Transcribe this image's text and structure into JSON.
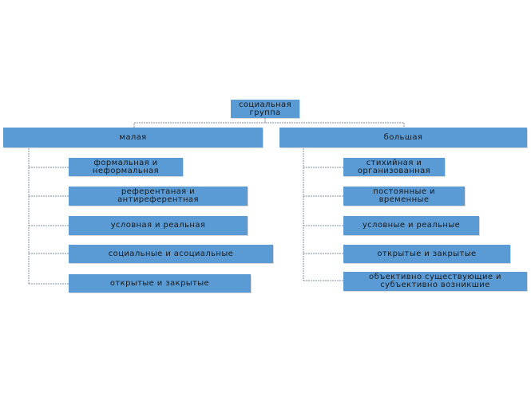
{
  "root": {
    "label": "социальная\nгруппа"
  },
  "branches": [
    {
      "label": "малая",
      "items": [
        "формальная  и\nнеформальная",
        "референтаная  и\nантиреферентная",
        "условная  и  реальная",
        "социальные  и  асоциальные",
        "открытые  и  закрытые"
      ]
    },
    {
      "label": "большая",
      "items": [
        "стихийная    и\nорганизованная",
        "постоянные  и\nвременные",
        "условные  и  реальные",
        "открытые  и  закрытые",
        "объективно  существующие  и\nсубъективно  возникшие"
      ]
    }
  ],
  "colors": {
    "box_fill": "#5b9bd5",
    "connector": "#7f8fa6"
  }
}
